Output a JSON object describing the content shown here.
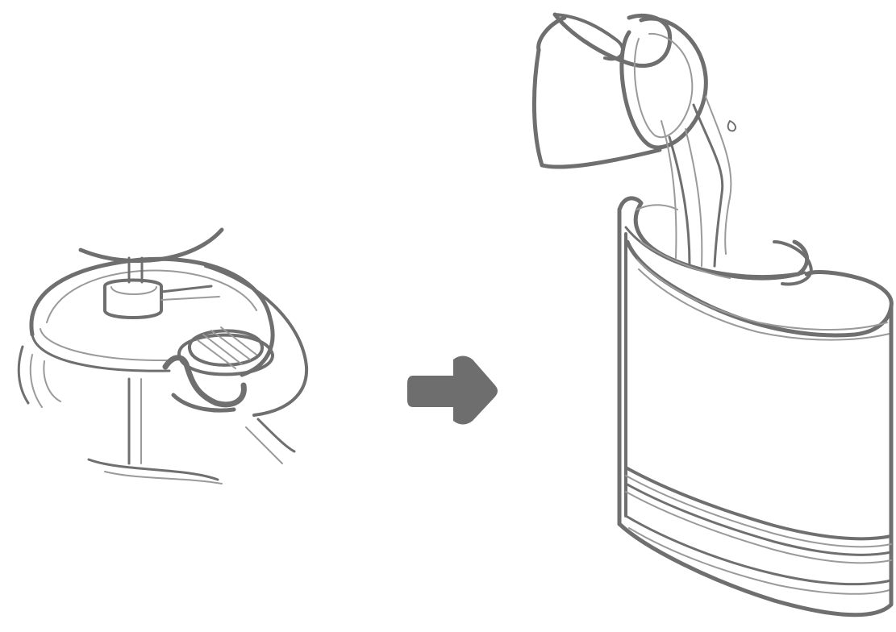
{
  "diagram": {
    "steps": [
      {
        "id": "step-1",
        "illustration": "tank-cap-removal"
      },
      {
        "id": "step-2",
        "illustration": "pour-water-into-tank"
      }
    ],
    "connector": {
      "icon": "right-arrow-icon"
    },
    "colors": {
      "background": "#ffffff",
      "line": "#6f6f6f",
      "line_light": "#9a9a9a",
      "arrow": "#6e6e6e"
    }
  }
}
